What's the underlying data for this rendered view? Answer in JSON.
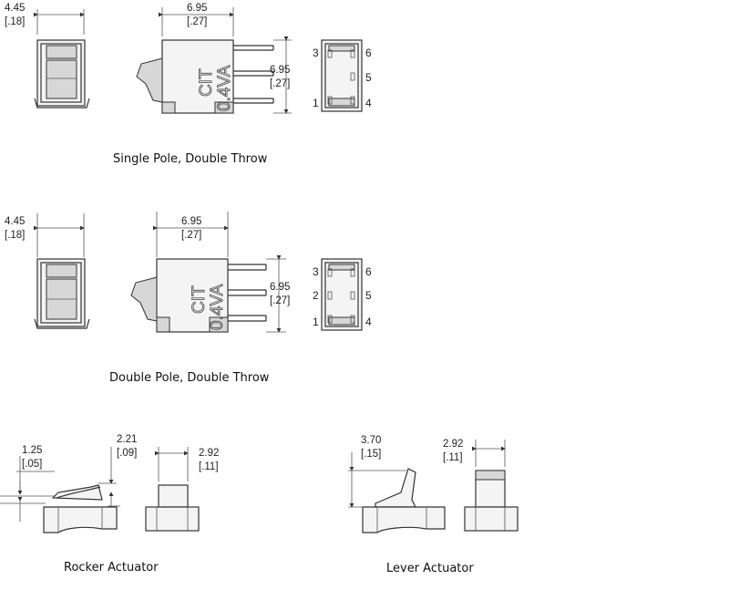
{
  "spdt": {
    "width_dim": "4.45",
    "width_dim_in": "[.18]",
    "length_dim": "6.95",
    "length_dim_in": "[.27]",
    "height_dim": "6.95",
    "height_dim_in": "[.27]",
    "body_mark_1": "CIT",
    "body_mark_2": "0.4VA",
    "pins": [
      "3",
      "6",
      "5",
      "1",
      "4"
    ],
    "caption": "Single Pole, Double Throw"
  },
  "dpdt": {
    "width_dim": "4.45",
    "width_dim_in": "[.18]",
    "length_dim": "6.95",
    "length_dim_in": "[.27]",
    "height_dim": "6.95",
    "height_dim_in": "[.27]",
    "body_mark_1": "CIT",
    "body_mark_2": "0.4VA",
    "pins": [
      "3",
      "6",
      "2",
      "5",
      "1",
      "4"
    ],
    "caption": "Double Pole, Double Throw"
  },
  "rocker": {
    "dim_a": "1.25",
    "dim_a_in": "[.05]",
    "dim_b": "2.21",
    "dim_b_in": "[.09]",
    "dim_c": "2.92",
    "dim_c_in": "[.11]",
    "caption": "Rocker Actuator"
  },
  "lever": {
    "dim_a": "3.70",
    "dim_a_in": "[.15]",
    "dim_c": "2.92",
    "dim_c_in": "[.11]",
    "caption": "Lever Actuator"
  },
  "colors": {
    "line": "#333333",
    "background": "#ffffff"
  }
}
